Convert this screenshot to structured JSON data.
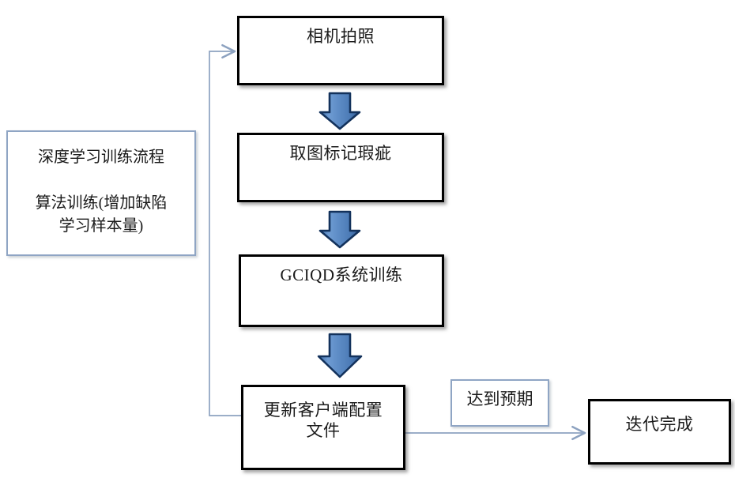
{
  "diagram": {
    "title": "深度学习训练流程",
    "nodes": {
      "camera": "相机拍照",
      "annotate": "取图标记瑕疵",
      "train": "GCIQD系统训练",
      "update_config": "更新客户端配置\n文件",
      "done": "迭代完成"
    },
    "callouts": {
      "info": "深度学习训练流程\n\n算法训练(增加缺陷\n学习样本量)",
      "expectation": "达到预期"
    },
    "colors": {
      "node_border": "#000000",
      "callout_border": "#8fa5c4",
      "connector": "#8da2c0",
      "arrow_fill": "#5b8ac4",
      "arrow_outline": "#13325c",
      "text": "#1a1a1a",
      "background": "#ffffff"
    }
  }
}
